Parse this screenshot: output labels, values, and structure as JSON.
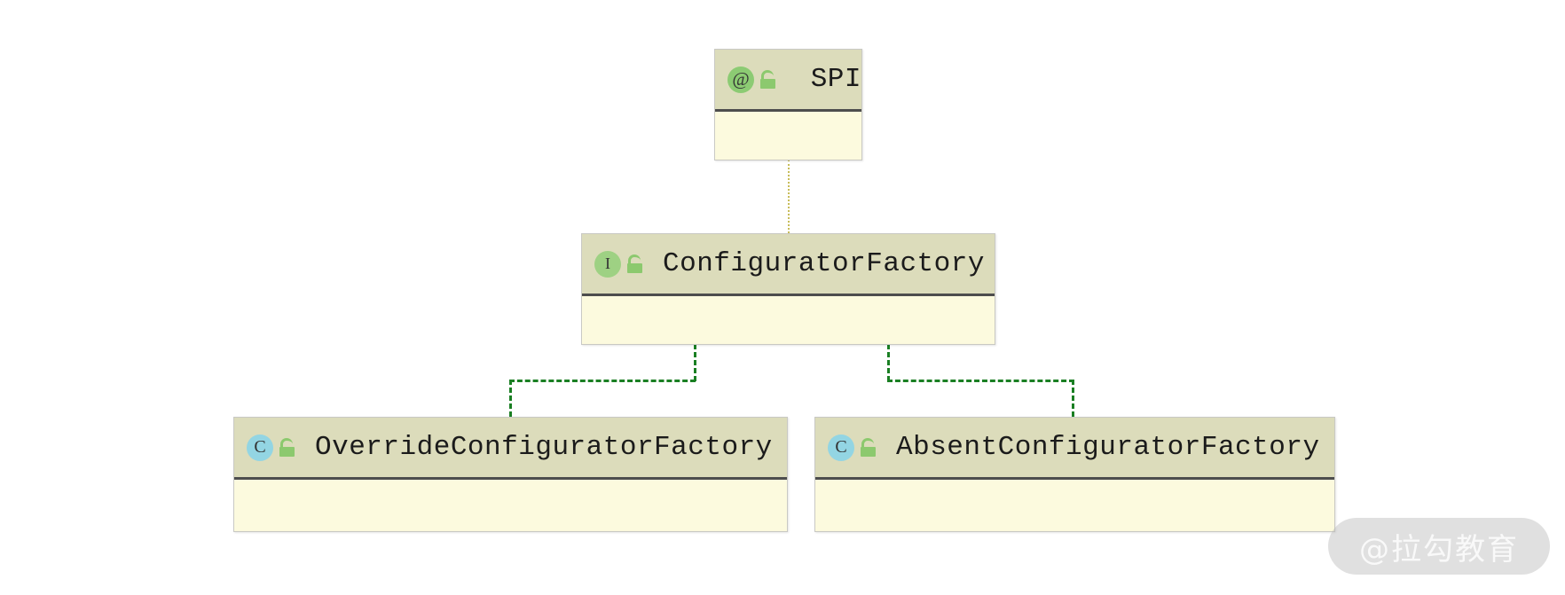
{
  "diagram": {
    "type": "uml-class-diagram",
    "background_color": "#ffffff",
    "header_fill": "#dcdcbb",
    "body_fill": "#fcfade",
    "realization_color": "#1a7f23",
    "annotation_link_color": "#c8bd5a",
    "classes": [
      {
        "id": "spi",
        "name": "SPI",
        "kind": "annotation",
        "kind_icon": "at-annotation-icon",
        "kind_letter": "@",
        "visibility_icon": "unlock-icon",
        "badge_color": "#8ccb73"
      },
      {
        "id": "configurator-factory",
        "name": "ConfiguratorFactory",
        "kind": "interface",
        "kind_icon": "interface-icon",
        "kind_letter": "I",
        "visibility_icon": "unlock-icon",
        "badge_color": "#9ed183"
      },
      {
        "id": "override-configurator-factory",
        "name": "OverrideConfiguratorFactory",
        "kind": "class",
        "kind_icon": "class-icon",
        "kind_letter": "C",
        "visibility_icon": "unlock-icon",
        "badge_color": "#93d5e3"
      },
      {
        "id": "absent-configurator-factory",
        "name": "AbsentConfiguratorFactory",
        "kind": "class",
        "kind_icon": "class-icon",
        "kind_letter": "C",
        "visibility_icon": "unlock-icon",
        "badge_color": "#93d5e3"
      }
    ],
    "relationships": [
      {
        "id": "spi-annotates-configurator-factory",
        "from": "spi",
        "to": "configurator-factory",
        "style": "dotted",
        "arrow": "none",
        "label": ""
      },
      {
        "id": "override-realizes-configurator-factory",
        "from": "override-configurator-factory",
        "to": "configurator-factory",
        "style": "dashed",
        "arrow": "hollow-triangle-filled",
        "label": ""
      },
      {
        "id": "absent-realizes-configurator-factory",
        "from": "absent-configurator-factory",
        "to": "configurator-factory",
        "style": "dashed",
        "arrow": "hollow-triangle-filled",
        "label": ""
      }
    ]
  },
  "watermark": {
    "text": "@拉勾教育"
  }
}
